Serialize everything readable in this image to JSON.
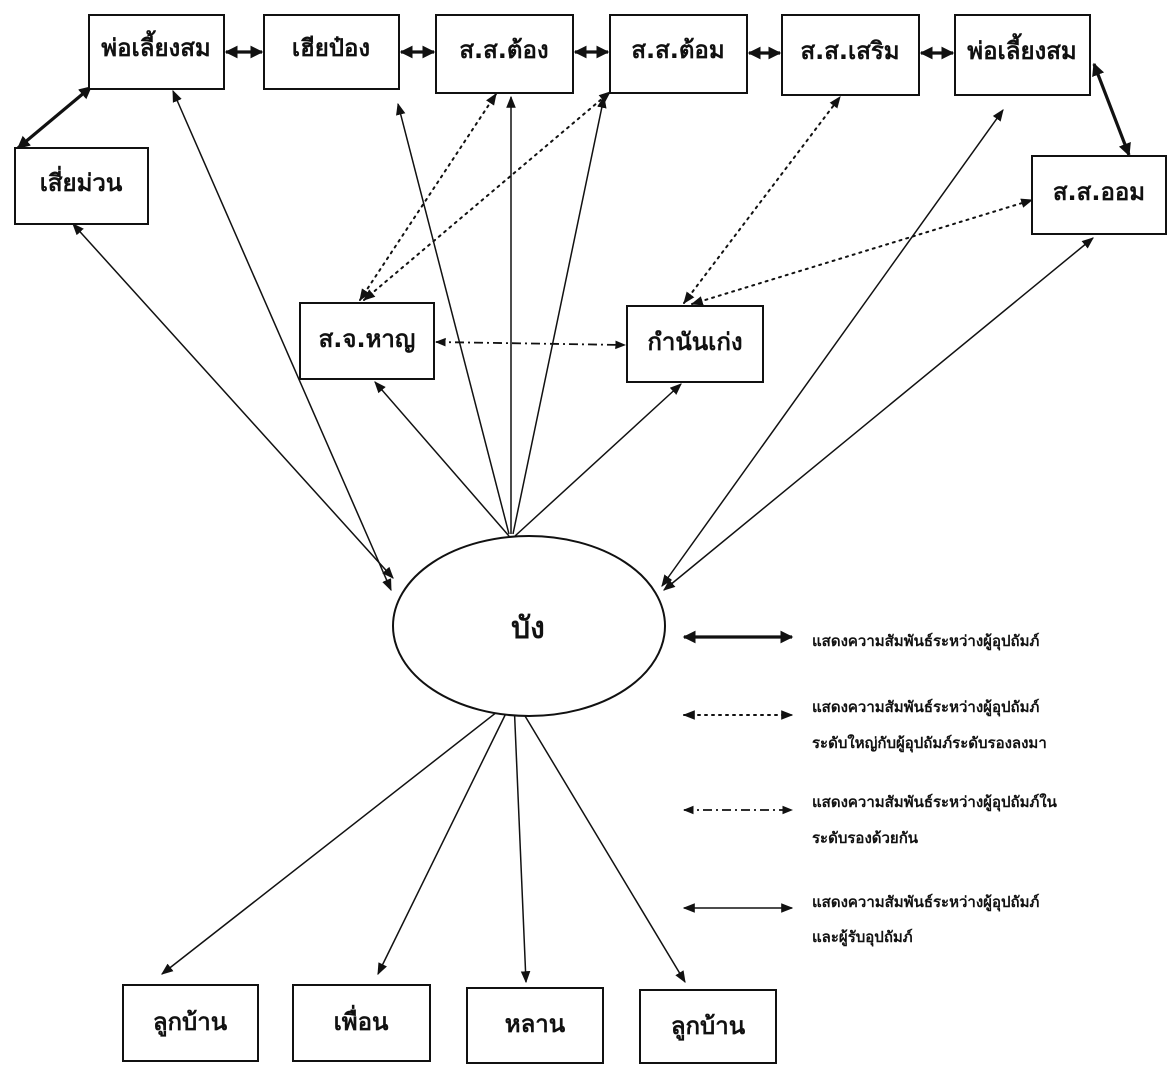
{
  "nodes": {
    "n_porliang_left": "พ่อเลี้ยงสม",
    "n_hia_pong": "เฮียป๋อง",
    "n_ss_tong": "ส.ส.ต้อง",
    "n_ss_tom": "ส.ส.ต้อม",
    "n_ss_serm": "ส.ส.เสริม",
    "n_porliang_right": "พ่อเลี้ยงสม",
    "n_sia_muan": "เสี่ยม่วน",
    "n_ss_oom": "ส.ส.ออม",
    "n_sj_han": "ส.จ.หาญ",
    "n_kamnan_keng": "กำนันเก่ง",
    "center": "บัง",
    "n_lukban_1": "ลูกบ้าน",
    "n_phuean": "เพื่อน",
    "n_lan": "หลาน",
    "n_lukban_2": "ลูกบ้าน"
  },
  "legend": [
    {
      "style": "thick",
      "lines": [
        "แสดงความสัมพันธ์ระหว่างผู้อุปถัมภ์"
      ]
    },
    {
      "style": "dotted",
      "lines": [
        "แสดงความสัมพันธ์ระหว่างผู้อุปถัมภ์",
        "ระดับใหญ่กับผู้อุปถัมภ์ระดับรองลงมา"
      ]
    },
    {
      "style": "dashdot",
      "lines": [
        "แสดงความสัมพันธ์ระหว่างผู้อุปถัมภ์ใน",
        "ระดับรองด้วยกัน"
      ]
    },
    {
      "style": "thin",
      "lines": [
        "แสดงความสัมพันธ์ระหว่างผู้อุปถัมภ์",
        "และผู้รับอุปถัมภ์"
      ]
    }
  ],
  "edges": [
    {
      "from": "n_sia_muan",
      "to": "n_porliang_left",
      "style": "thick",
      "arrows": "both"
    },
    {
      "from": "n_porliang_left",
      "to": "n_hia_pong",
      "style": "thick",
      "arrows": "both"
    },
    {
      "from": "n_hia_pong",
      "to": "n_ss_tong",
      "style": "thick",
      "arrows": "both"
    },
    {
      "from": "n_ss_tong",
      "to": "n_ss_tom",
      "style": "thick",
      "arrows": "both"
    },
    {
      "from": "n_ss_tom",
      "to": "n_ss_serm",
      "style": "thick",
      "arrows": "both"
    },
    {
      "from": "n_ss_serm",
      "to": "n_porliang_right",
      "style": "thick",
      "arrows": "both"
    },
    {
      "from": "n_porliang_right",
      "to": "n_ss_oom",
      "style": "thick",
      "arrows": "both"
    },
    {
      "from": "n_sj_han",
      "to": "n_ss_tong",
      "style": "dotted",
      "arrows": "both"
    },
    {
      "from": "n_sj_han",
      "to": "n_ss_tom",
      "style": "dotted",
      "arrows": "both"
    },
    {
      "from": "n_kamnan_keng",
      "to": "n_ss_serm",
      "style": "dotted",
      "arrows": "both"
    },
    {
      "from": "n_kamnan_keng",
      "to": "n_ss_oom",
      "style": "dotted",
      "arrows": "both"
    },
    {
      "from": "n_sj_han",
      "to": "n_kamnan_keng",
      "style": "dashdot",
      "arrows": "both"
    },
    {
      "from": "center",
      "to": "n_sia_muan",
      "style": "thin",
      "arrows": "both"
    },
    {
      "from": "center",
      "to": "n_porliang_left",
      "style": "thin",
      "arrows": "both"
    },
    {
      "from": "center",
      "to": "n_ss_tong",
      "style": "thin",
      "arrows": "end"
    },
    {
      "from": "center",
      "to": "n_ss_tom",
      "style": "thin",
      "arrows": "end"
    },
    {
      "from": "center",
      "to": "n_hia_pong",
      "style": "thin",
      "arrows": "end"
    },
    {
      "from": "center",
      "to": "n_sj_han",
      "style": "thin",
      "arrows": "end"
    },
    {
      "from": "center",
      "to": "n_kamnan_keng",
      "style": "thin",
      "arrows": "end"
    },
    {
      "from": "center",
      "to": "n_porliang_right",
      "style": "thin",
      "arrows": "both"
    },
    {
      "from": "center",
      "to": "n_ss_oom",
      "style": "thin",
      "arrows": "both"
    },
    {
      "from": "center",
      "to": "n_lukban_1",
      "style": "thin",
      "arrows": "end"
    },
    {
      "from": "center",
      "to": "n_phuean",
      "style": "thin",
      "arrows": "end"
    },
    {
      "from": "center",
      "to": "n_lan",
      "style": "thin",
      "arrows": "end"
    },
    {
      "from": "center",
      "to": "n_lukban_2",
      "style": "thin",
      "arrows": "end"
    }
  ]
}
